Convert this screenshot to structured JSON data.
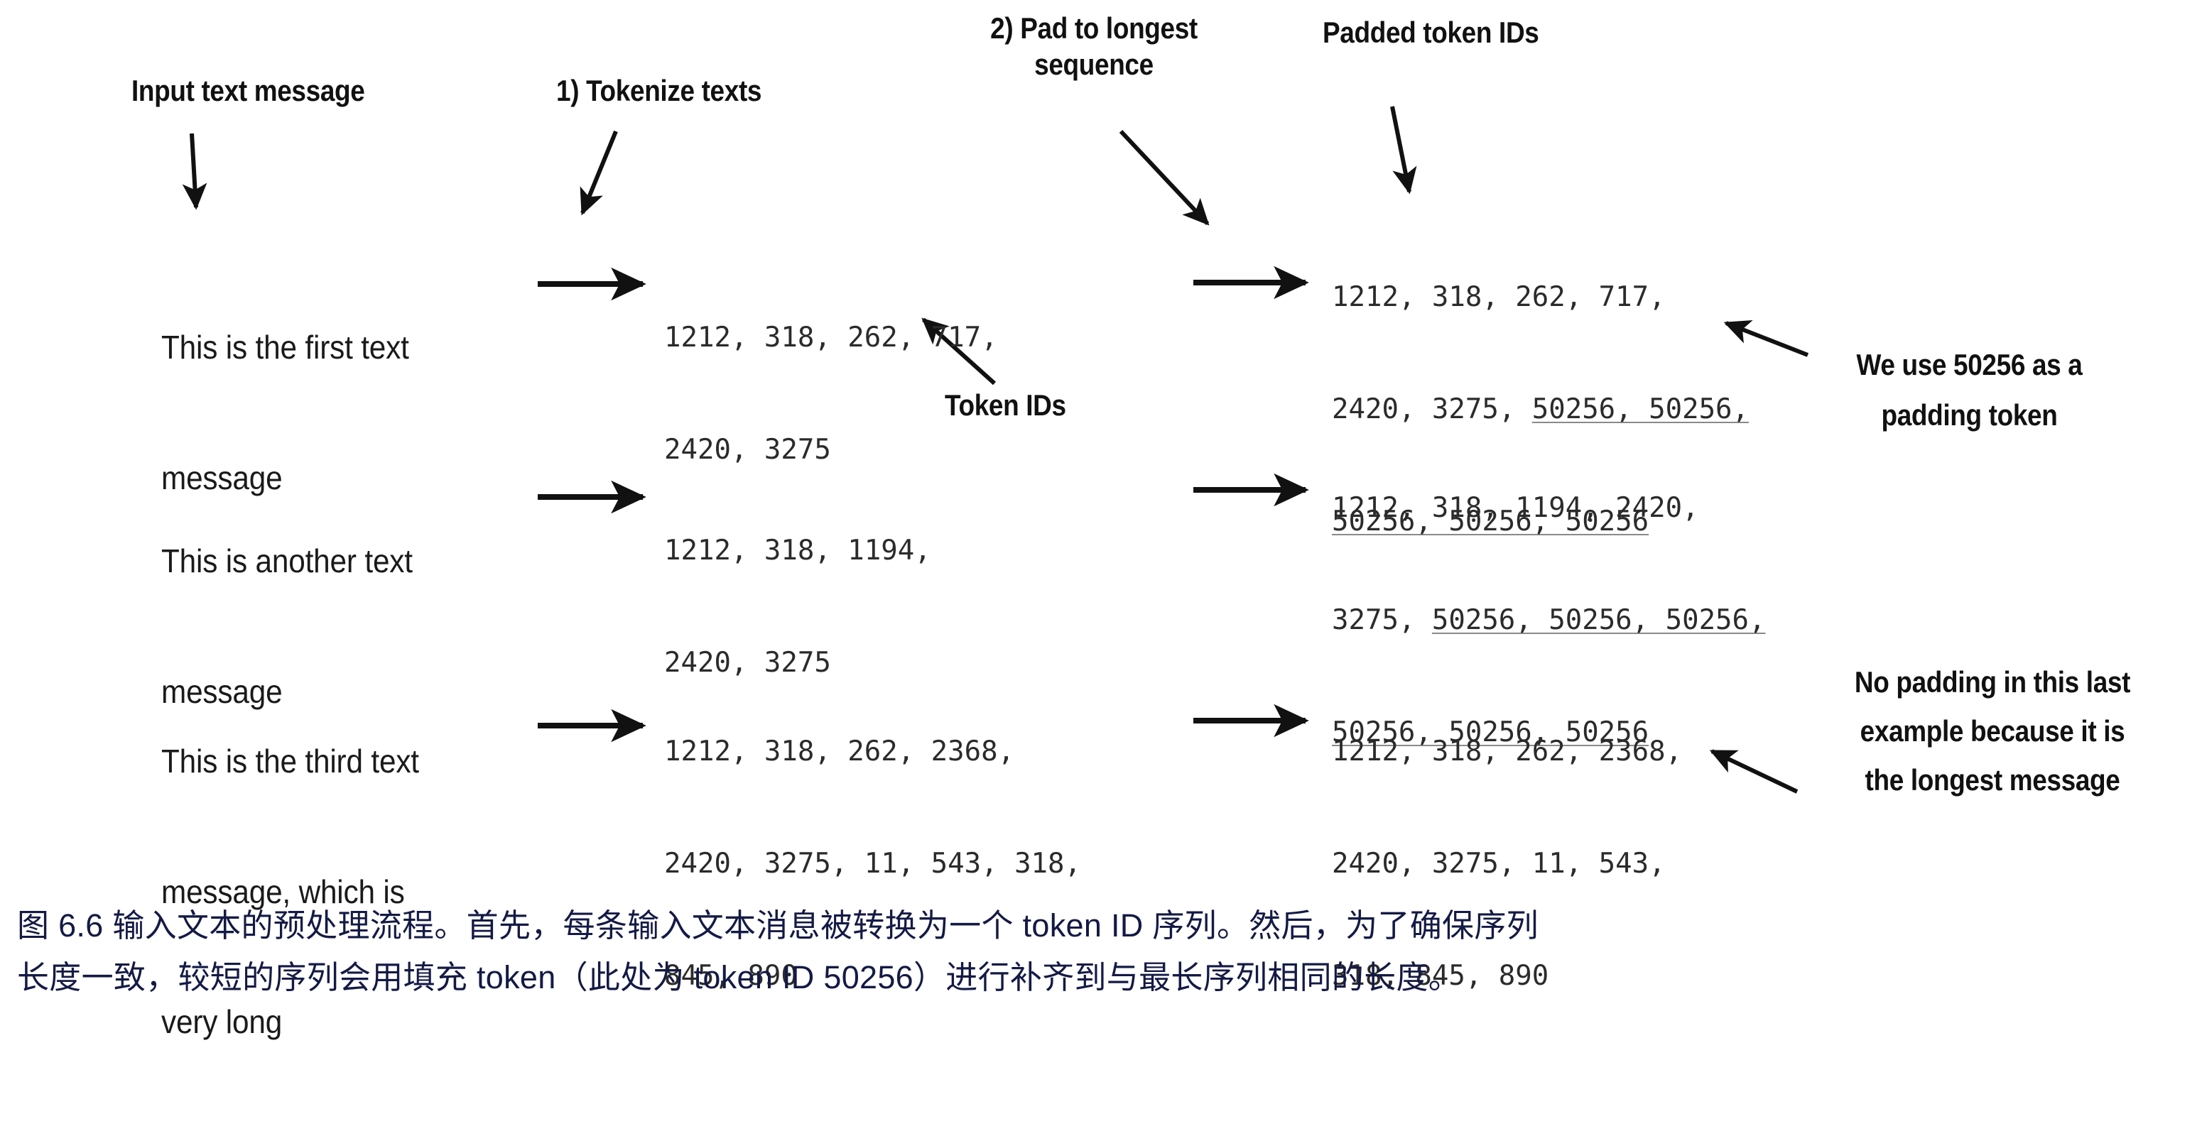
{
  "figure": {
    "labels": {
      "input_text_message": "Input text message",
      "tokenize_texts": "1) Tokenize texts",
      "pad_to_longest_line1": "2) Pad to longest",
      "pad_to_longest_line2": "sequence",
      "padded_token_ids": "Padded token IDs",
      "token_ids": "Token IDs",
      "padding_note_line1": "We use 50256 as a",
      "padding_note_line2": "padding token",
      "no_padding_note_line1": "No padding in this last",
      "no_padding_note_line2": "example because it is",
      "no_padding_note_line3": "the longest message"
    },
    "rows": [
      {
        "message_line1": "This is the first text",
        "message_line2": "message",
        "message_line3": "",
        "token_ids_line1": "1212, 318, 262, 717,",
        "token_ids_line2": "2420, 3275",
        "token_ids_line3": "",
        "padded_line1_plain": "1212, 318, 262, 717,",
        "padded_line1_pad": "",
        "padded_line2_plain": "2420, 3275, ",
        "padded_line2_pad": "50256, 50256,",
        "padded_line3_plain": "",
        "padded_line3_pad": "50256, 50256, 50256"
      },
      {
        "message_line1": "This is another text",
        "message_line2": "message",
        "message_line3": "",
        "token_ids_line1": "1212, 318, 1194,",
        "token_ids_line2": "2420, 3275",
        "token_ids_line3": "",
        "padded_line1_plain": "1212, 318, 1194, 2420,",
        "padded_line1_pad": "",
        "padded_line2_plain": "3275, ",
        "padded_line2_pad": "50256, 50256, 50256,",
        "padded_line3_plain": "",
        "padded_line3_pad": "50256, 50256, 50256"
      },
      {
        "message_line1": "This is the third text",
        "message_line2": "message, which is",
        "message_line3": "very long",
        "token_ids_line1": "1212, 318, 262, 2368,",
        "token_ids_line2": "2420, 3275, 11, 543, 318,",
        "token_ids_line3": "845, 890",
        "padded_line1_plain": "1212, 318, 262, 2368,",
        "padded_line1_pad": "",
        "padded_line2_plain": "2420, 3275, 11, 543,",
        "padded_line2_pad": "",
        "padded_line3_plain": "318, 845, 890",
        "padded_line3_pad": ""
      }
    ],
    "caption": {
      "line1": "图 6.6 输入文本的预处理流程。首先，每条输入文本消息被转换为一个 token ID 序列。然后，为了确保序列",
      "line2": "长度一致，较短的序列会用填充 token（此处为 token ID 50256）进行补齐到与最长序列相同的长度。"
    },
    "colors": {
      "ink": "#111111",
      "token_ink": "#2b2b2b",
      "underline": "#8a8a8a",
      "caption": "#141a45"
    }
  }
}
